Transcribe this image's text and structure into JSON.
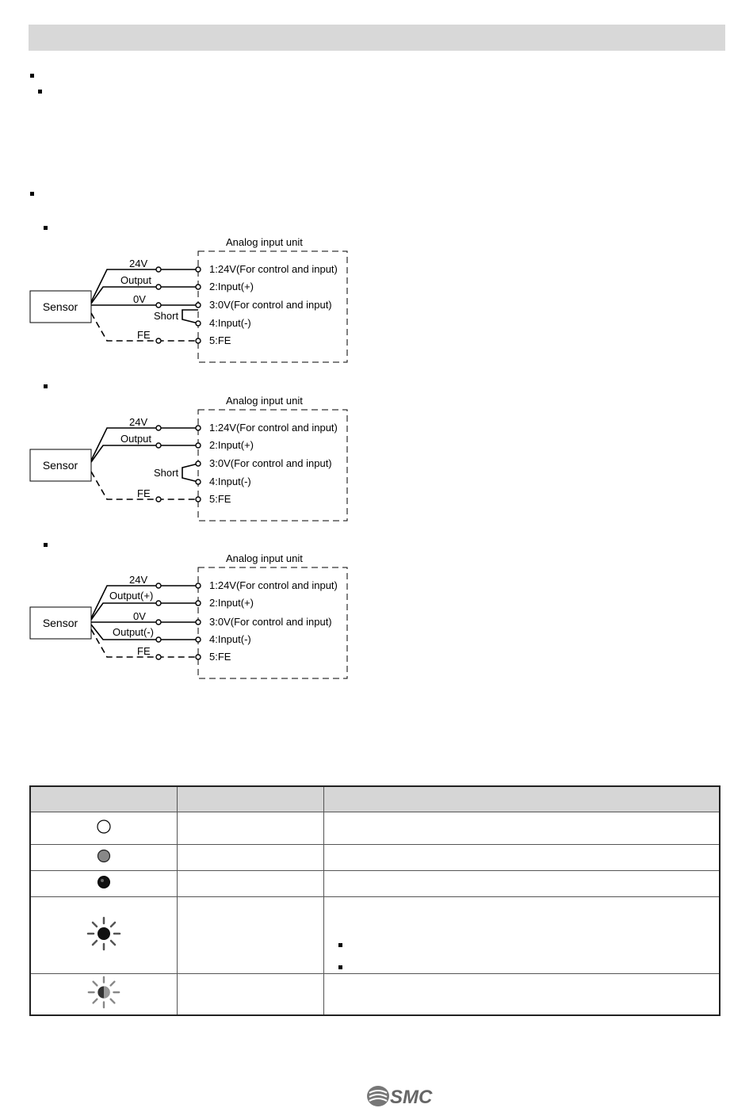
{
  "diagrams": [
    {
      "unit_label": "Analog input unit",
      "sensor_label": "Sensor",
      "wire_labels": [
        "24V",
        "Output",
        "0V",
        "Short",
        "FE"
      ],
      "terminals": [
        "1:24V(For control and input)",
        "2:Input(+)",
        "3:0V(For control and input)",
        "4:Input(-)",
        "5:FE"
      ]
    },
    {
      "unit_label": "Analog input unit",
      "sensor_label": "Sensor",
      "wire_labels": [
        "24V",
        "Output",
        "Short",
        "FE"
      ],
      "terminals": [
        "1:24V(For control and input)",
        "2:Input(+)",
        "3:0V(For control and input)",
        "4:Input(-)",
        "5:FE"
      ]
    },
    {
      "unit_label": "Analog input unit",
      "sensor_label": "Sensor",
      "wire_labels": [
        "24V",
        "Output(+)",
        "0V",
        "Output(-)",
        "FE"
      ],
      "terminals": [
        "1:24V(For control and input)",
        "2:Input(+)",
        "3:0V(For control and input)",
        "4:Input(-)",
        "5:FE"
      ]
    }
  ],
  "led_table": {
    "rows": [
      {
        "icon": "led-off-icon"
      },
      {
        "icon": "led-on-gray-icon"
      },
      {
        "icon": "led-on-dark-icon"
      },
      {
        "icon": "led-flashing-dark-icon"
      },
      {
        "icon": "led-flashing-gray-icon"
      }
    ]
  },
  "footer": {
    "logo_text": "SMC"
  }
}
